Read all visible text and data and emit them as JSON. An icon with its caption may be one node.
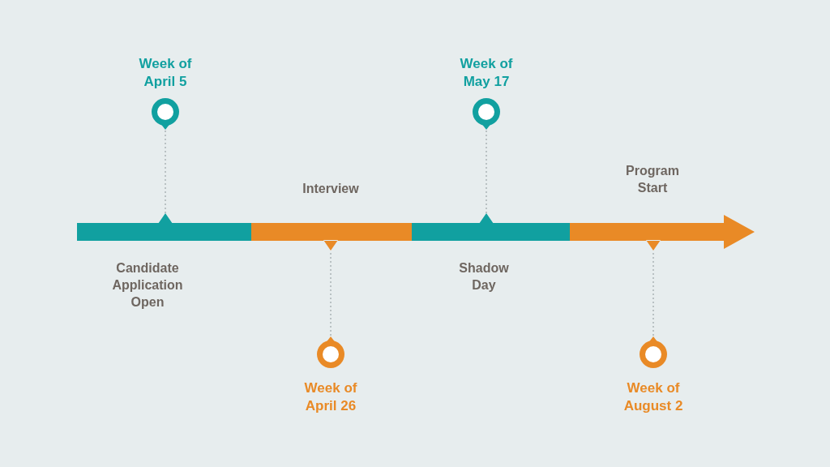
{
  "diagram": {
    "nodes": [
      {
        "text": [
          "Week of April 5"
        ]
      },
      {
        "text": [
          "Week of April 26"
        ]
      },
      {
        "text": [
          "Week of May 17"
        ]
      },
      {
        "text": [
          "Week of August 2"
        ]
      },
      {
        "text": [],
        "shape": "bar",
        "beside": [
          "Candidate Application Open"
        ]
      },
      {
        "text": [],
        "shape": "bar",
        "beside": [
          "Interview"
        ]
      },
      {
        "text": [],
        "shape": "bar",
        "beside": [
          "Shadow Day"
        ]
      },
      {
        "text": [],
        "shape": "bar",
        "beside": [
          "Program Start"
        ]
      }
    ],
    "edges": [
      {
        "from": 0,
        "to": 4,
        "arrow": "none",
        "style": "dashed"
      },
      {
        "from": 1,
        "to": 5,
        "arrow": "none",
        "style": "dashed"
      },
      {
        "from": 2,
        "to": 6,
        "arrow": "none",
        "style": "dashed"
      },
      {
        "from": 3,
        "to": 7,
        "arrow": "none",
        "style": "dashed"
      }
    ]
  }
}
